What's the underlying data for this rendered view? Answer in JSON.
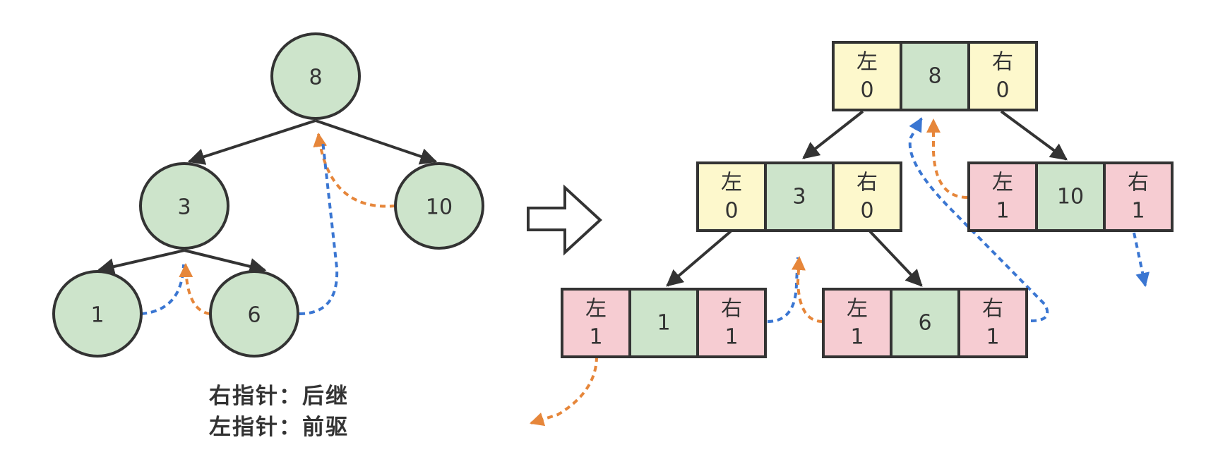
{
  "colors": {
    "node_fill": "#cde4cb",
    "stroke": "#333333",
    "flag0_fill": "#fdf8cc",
    "flag1_fill": "#f6ccd2",
    "predecessor": "#e6863a",
    "successor": "#3a76d2"
  },
  "tree": {
    "nodes": [
      {
        "id": "n8",
        "label": "8"
      },
      {
        "id": "n3",
        "label": "3"
      },
      {
        "id": "n10",
        "label": "10"
      },
      {
        "id": "n1",
        "label": "1"
      },
      {
        "id": "n6",
        "label": "6"
      }
    ],
    "edges": [
      [
        "n8",
        "n3"
      ],
      [
        "n8",
        "n10"
      ],
      [
        "n3",
        "n1"
      ],
      [
        "n3",
        "n6"
      ]
    ],
    "threads": [
      {
        "from": "n1",
        "to": "n3",
        "type": "successor"
      },
      {
        "from": "n6",
        "to": "n3",
        "type": "predecessor"
      },
      {
        "from": "n6",
        "to": "n8",
        "type": "successor"
      },
      {
        "from": "n10",
        "to": "n8",
        "type": "predecessor"
      }
    ]
  },
  "transform_arrow": "right-arrow",
  "threaded": {
    "nodes": [
      {
        "id": "t8",
        "left_label": "左",
        "left_flag": "0",
        "value": "8",
        "right_label": "右",
        "right_flag": "0"
      },
      {
        "id": "t3",
        "left_label": "左",
        "left_flag": "0",
        "value": "3",
        "right_label": "右",
        "right_flag": "0"
      },
      {
        "id": "t10",
        "left_label": "左",
        "left_flag": "1",
        "value": "10",
        "right_label": "右",
        "right_flag": "1"
      },
      {
        "id": "t1",
        "left_label": "左",
        "left_flag": "1",
        "value": "1",
        "right_label": "右",
        "right_flag": "1"
      },
      {
        "id": "t6",
        "left_label": "左",
        "left_flag": "1",
        "value": "6",
        "right_label": "右",
        "right_flag": "1"
      }
    ]
  },
  "legend": {
    "line1": "右指针：后继",
    "line2": "左指针：前驱"
  }
}
